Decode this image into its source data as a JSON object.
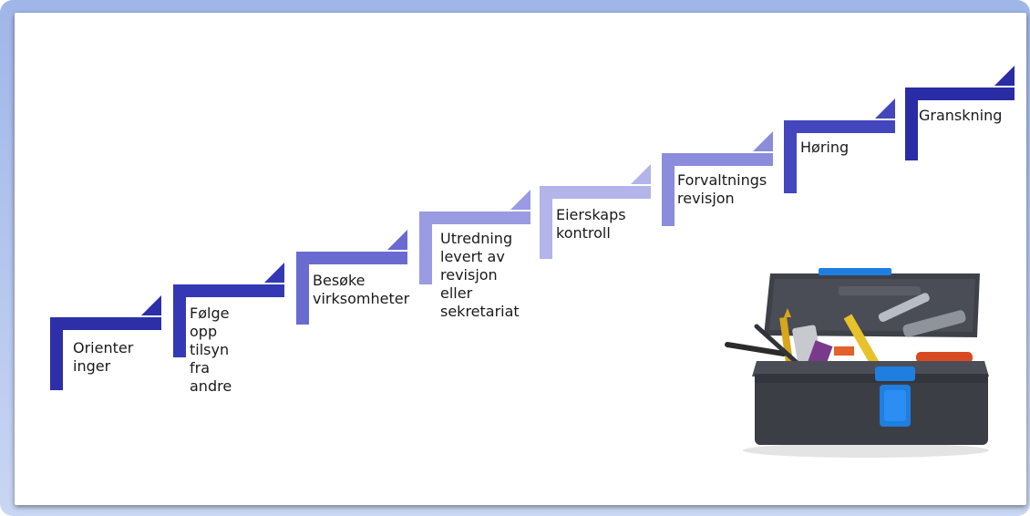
{
  "steps": [
    {
      "label": "Orienter\ninger",
      "color": "#2d2fa8"
    },
    {
      "label": "Følge opp\ntilsyn fra\nandre",
      "color": "#3538b5"
    },
    {
      "label": "Besøke\nvirksomheter",
      "color": "#6a6bd0"
    },
    {
      "label": "Utredning\nlevert av\nrevisjon\neller\nsekretariat",
      "color": "#9a9be3"
    },
    {
      "label": "Eierskaps\nkontroll",
      "color": "#b3b4ea"
    },
    {
      "label": "Forvaltnings\nrevisjon",
      "color": "#8b8cdc"
    },
    {
      "label": "Høring",
      "color": "#4446bd"
    },
    {
      "label": "Granskning",
      "color": "#2a2ca6"
    }
  ],
  "toolbox": {
    "icon": "toolbox-icon",
    "body_color": "#3c3e46",
    "latch_color": "#1f7fe0"
  }
}
